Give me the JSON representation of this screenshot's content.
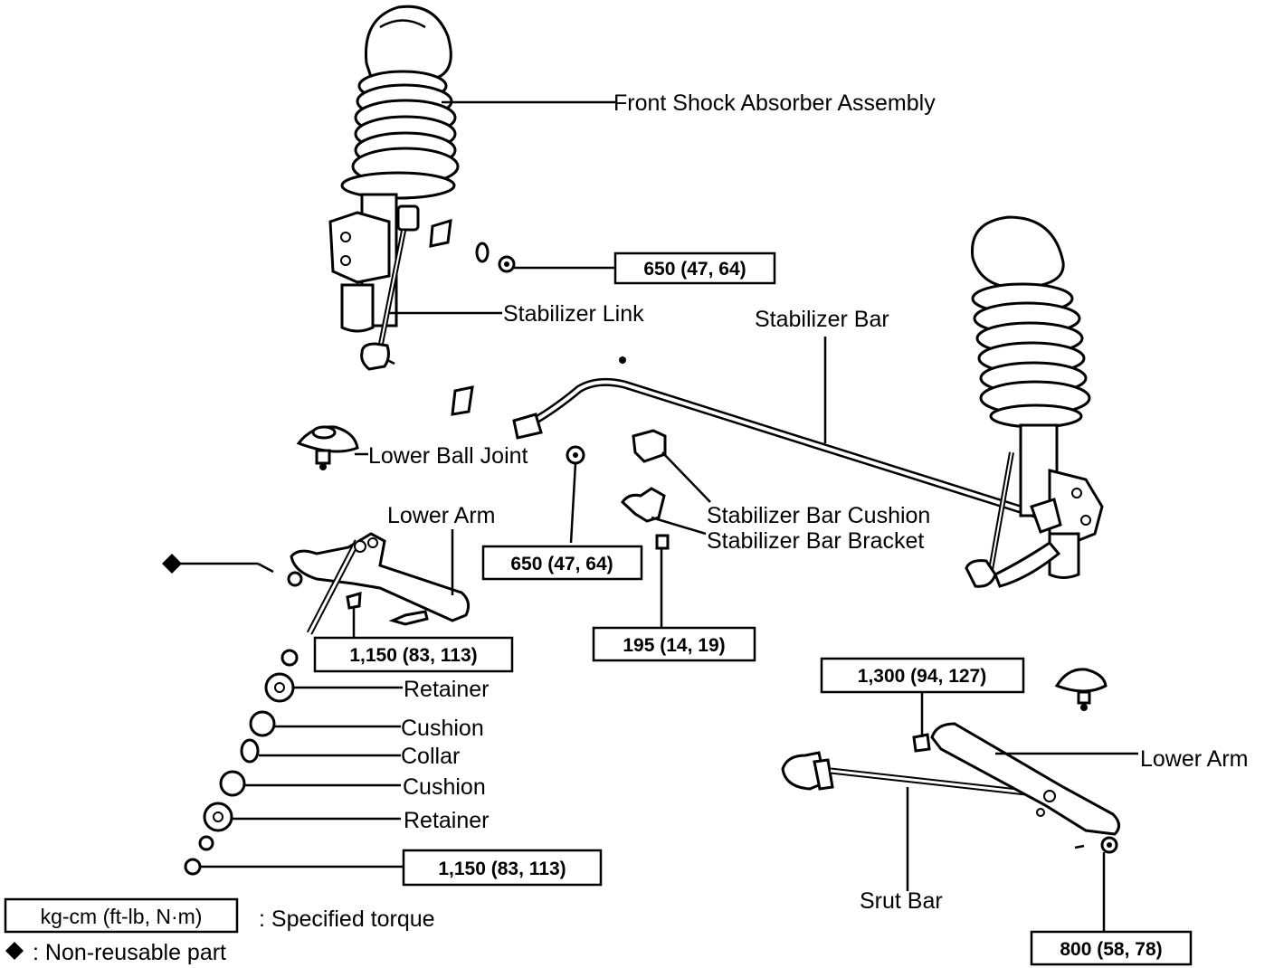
{
  "labels": {
    "front_shock": "Front Shock Absorber Assembly",
    "stabilizer_link": "Stabilizer Link",
    "stabilizer_bar": "Stabilizer Bar",
    "lower_ball_joint": "Lower Ball Joint",
    "lower_arm_left": "Lower Arm",
    "stab_bar_cushion": "Stabilizer Bar Cushion",
    "stab_bar_bracket": "Stabilizer Bar Bracket",
    "retainer_1": "Retainer",
    "cushion_1": "Cushion",
    "collar": "Collar",
    "cushion_2": "Cushion",
    "retainer_2": "Retainer",
    "lower_arm_right": "Lower Arm",
    "strut_bar": "Srut Bar"
  },
  "torques": {
    "link_nut": "650 (47, 64)",
    "ball_joint_nut": "650 (47, 64)",
    "bracket_bolt": "195 (14, 19)",
    "lower_arm_bolt": "1,150 (83, 113)",
    "strut_bar_nut": "1,150 (83, 113)",
    "rear_arm_bolt": "1,300 (94, 127)",
    "rear_arm_nut": "800 (58, 78)"
  },
  "legend": {
    "unit_box": "kg-cm (ft-lb, N·m)",
    "unit_desc": ": Specified torque",
    "nonreusable_desc": ": Non-reusable part"
  }
}
